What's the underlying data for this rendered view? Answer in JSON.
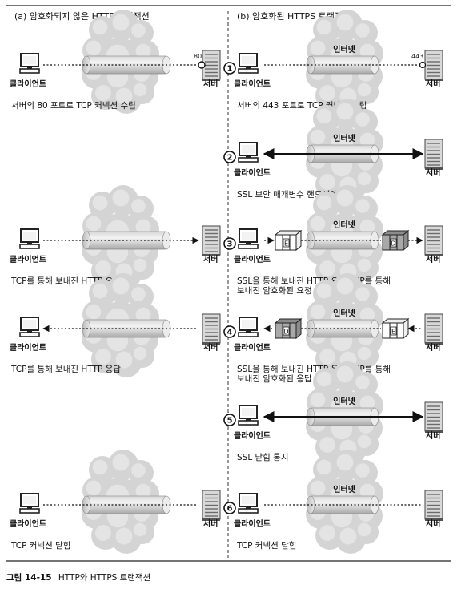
{
  "headers": {
    "left": "(a) 암호화되지 않은 HTTP 트랜잭션",
    "right": "(b) 암호화된 HTTPS 트랜잭션"
  },
  "labels": {
    "client": "클라이언트",
    "server": "서버",
    "internet": "인터넷",
    "encrypted_marker": "E",
    "decrypted_marker": "D"
  },
  "ports": {
    "http": "80",
    "https": "443"
  },
  "steps": [
    {
      "num": "1",
      "left_caption": [
        "서버의 80 포트로 TCP 커넥션 수립"
      ],
      "right_caption": [
        "서버의 443 포트로 TCP 커넥션 수립"
      ]
    },
    {
      "num": "2",
      "left_caption": [],
      "right_caption": [
        "SSL 보안 매개변수 핸드셰이크"
      ]
    },
    {
      "num": "3",
      "left_caption": [
        "TCP를 통해 보내진 HTTP 요청"
      ],
      "right_caption": [
        "SSL을 통해 보내진 HTTP 요청/TCP를 통해",
        "보내진 암호화된 요청"
      ]
    },
    {
      "num": "4",
      "left_caption": [
        "TCP를 통해 보내진 HTTP 응답"
      ],
      "right_caption": [
        "SSL을 통해 보내진 HTTP 응답/TCP를 통해",
        "보내진 암호화된 응답"
      ]
    },
    {
      "num": "5",
      "left_caption": [],
      "right_caption": [
        "SSL 닫힘 통지"
      ]
    },
    {
      "num": "6",
      "left_caption": [
        "TCP 커넥션 닫힘"
      ],
      "right_caption": [
        "TCP 커넥션 닫힘"
      ]
    }
  ],
  "figure_caption": {
    "label": "그림 14-15",
    "text": "HTTP와 HTTPS 트랜잭션"
  }
}
